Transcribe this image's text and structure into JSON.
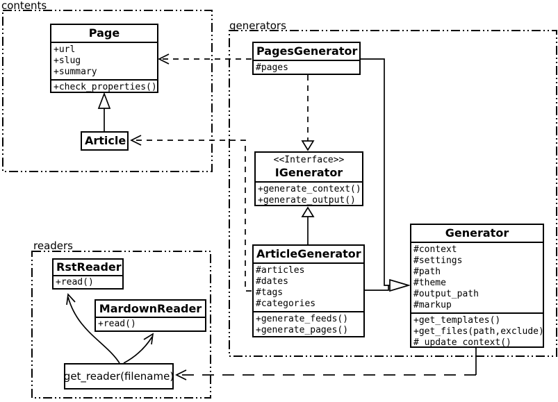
{
  "packages": {
    "contents": {
      "label": "contents"
    },
    "generators": {
      "label": "generators"
    },
    "readers": {
      "label": "readers"
    }
  },
  "classes": {
    "page": {
      "title": "Page",
      "attributes": [
        "+url",
        "+slug",
        "+summary"
      ],
      "methods": [
        "+check_properties()"
      ]
    },
    "article": {
      "title": "Article"
    },
    "pages_generator": {
      "title": "PagesGenerator",
      "attributes": [
        "#pages"
      ]
    },
    "igenerator": {
      "stereotype": "<<Interface>>",
      "title": "IGenerator",
      "methods": [
        "+generate_context()",
        "+generate_output()"
      ]
    },
    "article_generator": {
      "title": "ArticleGenerator",
      "attributes": [
        "#articles",
        "#dates",
        "#tags",
        "#categories"
      ],
      "methods": [
        "+generate_feeds()",
        "+generate_pages()"
      ]
    },
    "generator": {
      "title": "Generator",
      "attributes": [
        "#context",
        "#settings",
        "#path",
        "#theme",
        "#output_path",
        "#markup"
      ],
      "methods": [
        "+get_templates()",
        "+get_files(path,exclude)",
        "#_update_context()"
      ]
    },
    "rst_reader": {
      "title": "RstReader",
      "methods": [
        "+read()"
      ]
    },
    "mardown_reader": {
      "title": "MardownReader",
      "methods": [
        "+read()"
      ]
    },
    "get_reader": {
      "label": "get_reader(filename)"
    }
  },
  "edges": [
    {
      "type": "generalization",
      "from": "Article",
      "to": "Page",
      "line": "solid"
    },
    {
      "type": "dependency",
      "from": "PagesGenerator",
      "to": "Page",
      "line": "dashed"
    },
    {
      "type": "dependency",
      "from": "ArticleGenerator",
      "to": "Article",
      "line": "dashed"
    },
    {
      "type": "realization",
      "from": "PagesGenerator",
      "to": "IGenerator",
      "line": "dashed"
    },
    {
      "type": "generalization",
      "from": "ArticleGenerator",
      "to": "IGenerator",
      "line": "solid"
    },
    {
      "type": "generalization",
      "from": "PagesGenerator",
      "to": "Generator",
      "line": "solid"
    },
    {
      "type": "generalization",
      "from": "ArticleGenerator",
      "to": "Generator",
      "line": "solid"
    },
    {
      "type": "dependency",
      "from": "Generator",
      "to": "get_reader(filename)",
      "line": "dashed"
    },
    {
      "type": "arrow",
      "from": "get_reader(filename)",
      "to": "RstReader",
      "line": "solid-curve"
    },
    {
      "type": "arrow",
      "from": "get_reader(filename)",
      "to": "MardownReader",
      "line": "solid-curve"
    }
  ],
  "colors": {
    "line": "#000000",
    "background": "#ffffff",
    "box_fill": "#ffffff"
  }
}
